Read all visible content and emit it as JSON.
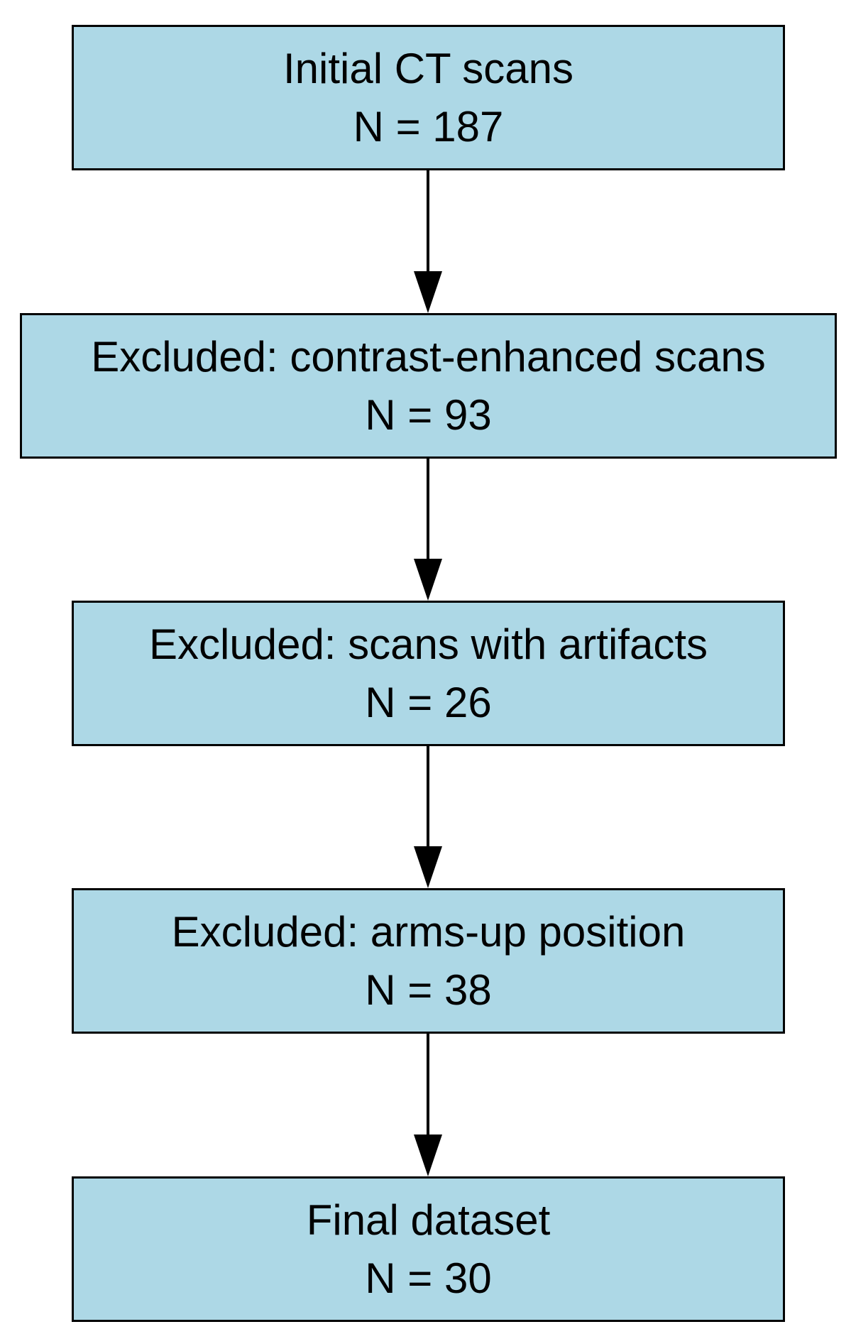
{
  "steps": [
    {
      "label": "Initial CT scans",
      "count": "N = 187"
    },
    {
      "label": "Excluded: contrast-enhanced scans",
      "count": "N = 93"
    },
    {
      "label": "Excluded: scans with artifacts",
      "count": "N = 26"
    },
    {
      "label": "Excluded: arms-up position",
      "count": "N = 38"
    },
    {
      "label": "Final dataset",
      "count": "N = 30"
    }
  ],
  "colors": {
    "box_fill": "#add8e6",
    "box_stroke": "#000000",
    "arrow": "#000000"
  }
}
